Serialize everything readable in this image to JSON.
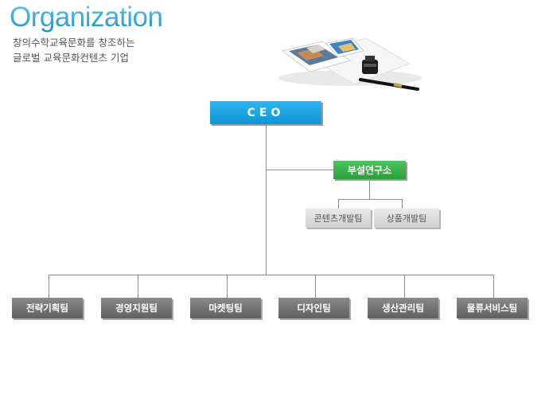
{
  "header": {
    "title": "Organization",
    "subtitle_lines": [
      "창의수학교육문화를 창조하는",
      "글로벌 교육문화컨텐츠 기업"
    ]
  },
  "org": {
    "ceo": "CEO",
    "research_lab": "부설연구소",
    "lab_teams": [
      "콘텐츠개발팀",
      "상품개발팀"
    ],
    "departments": [
      "전략기획팀",
      "경영지원팀",
      "마켓팅팀",
      "디자인팀",
      "생산관리팀",
      "물류서비스팀"
    ]
  },
  "colors": {
    "ceo_blue": "#16a2e2",
    "lab_green": "#3cb44a",
    "dept_gray": "#737373",
    "subteam_gray": "#dcdcdc",
    "title_blue": "#3aaee0"
  },
  "icons": {
    "photo": "brochures-and-fountain-pen-image"
  }
}
